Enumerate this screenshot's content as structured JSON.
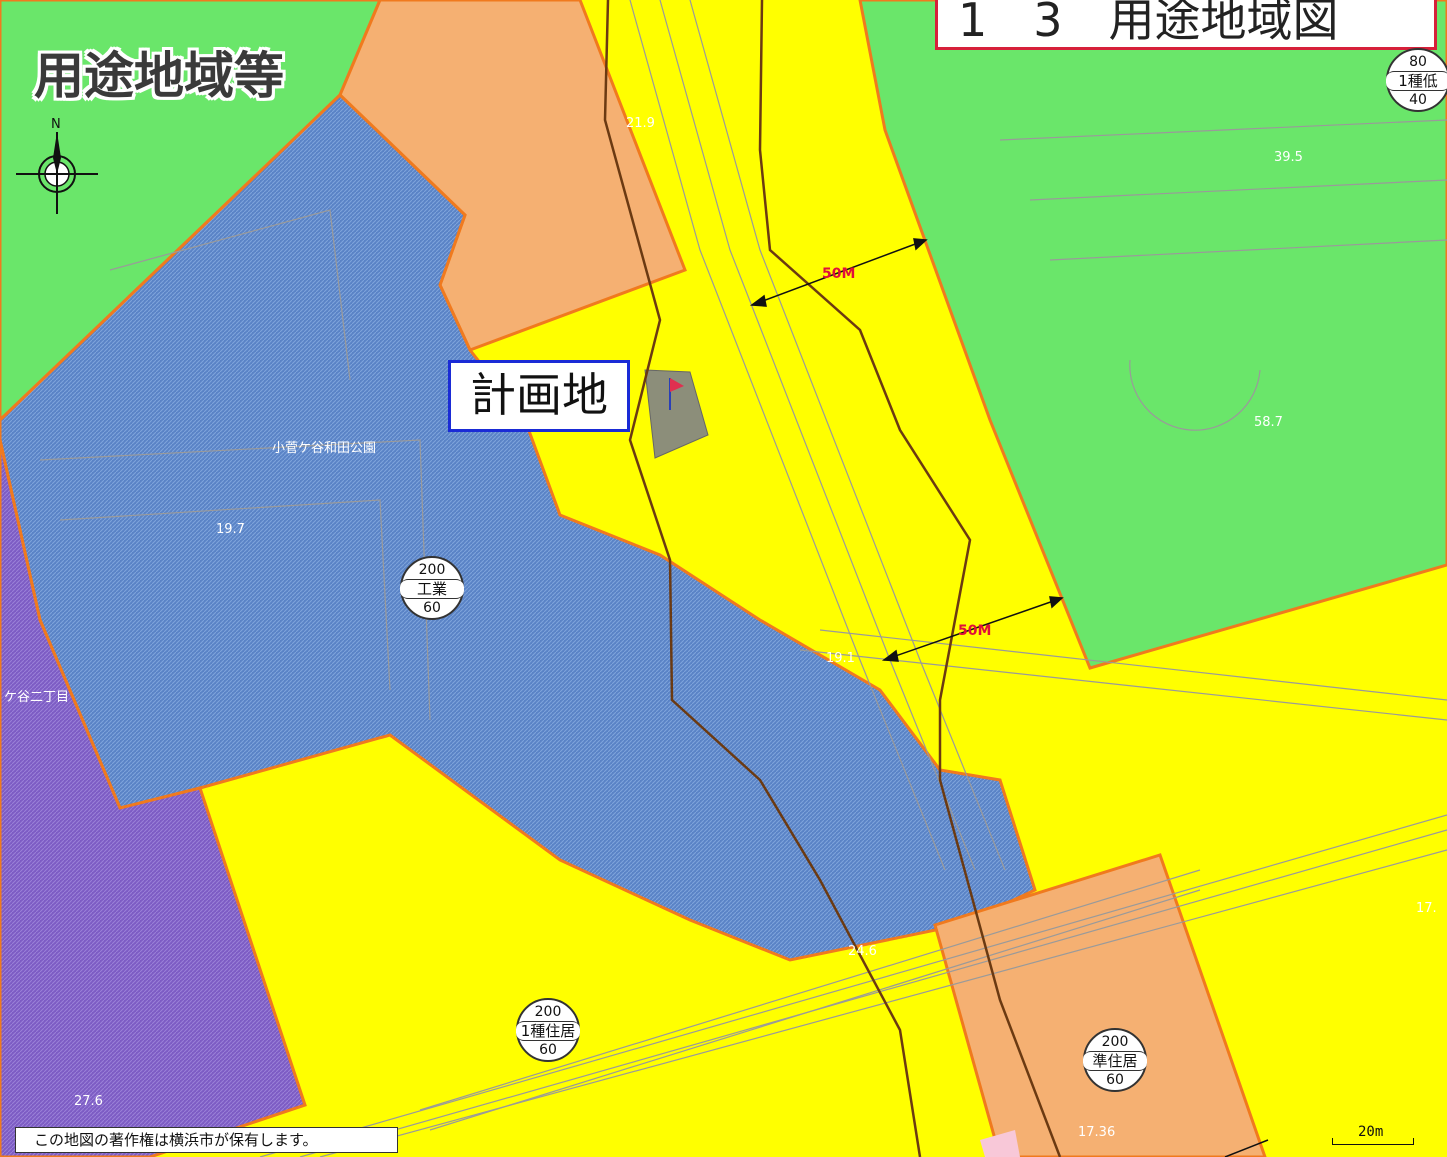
{
  "map": {
    "title": "用途地域等",
    "section_heading": "1　3　用途地域図",
    "site_label": "計画地",
    "copyright": "この地図の著作権は横浜市が保有します。",
    "scale_label": "20m",
    "north_label": "N",
    "colors": {
      "low_rise_residential_green": "#6ae66a",
      "residential_yellow": "#ffff00",
      "quasi_residential_orange": "#f5b072",
      "industrial_blue": "#5a83c6",
      "purple_zone": "#7d5cc4",
      "zone_border": "#f07a1e",
      "route_line": "#6b3a12",
      "site_marker": "#8c8e7a"
    },
    "distance_markers": [
      {
        "label": "50M"
      },
      {
        "label": "50M"
      }
    ],
    "elevations": [
      "21.9",
      "39.5",
      "58.7",
      "19.7",
      "19.1",
      "24.6",
      "27.6",
      "17.36",
      "17."
    ],
    "place_labels": [
      "小菅ケ谷和田公園",
      "ケ谷二丁目"
    ],
    "zone_badges": [
      {
        "top": "80",
        "mid": "1種低",
        "bot": "40"
      },
      {
        "top": "200",
        "mid": "工業",
        "bot": "60"
      },
      {
        "top": "200",
        "mid": "1種住居",
        "bot": "60"
      },
      {
        "top": "200",
        "mid": "準住居",
        "bot": "60"
      }
    ]
  }
}
